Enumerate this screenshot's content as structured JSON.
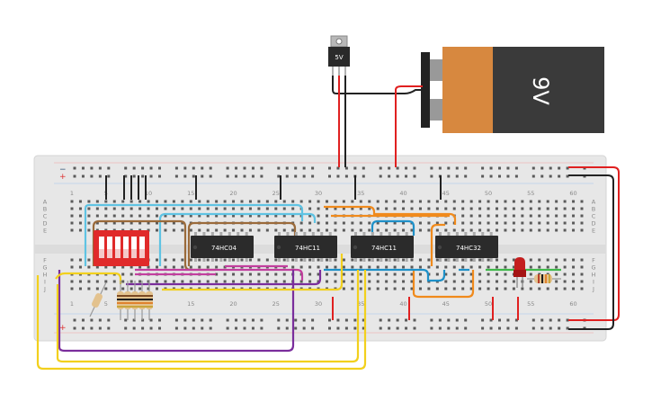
{
  "regulator": {
    "label": "5V"
  },
  "battery": {
    "label": "9V"
  },
  "chips": [
    {
      "label": "74HC04"
    },
    {
      "label": "74HC11"
    },
    {
      "label": "74HC11"
    },
    {
      "label": "74HC32"
    }
  ],
  "breadboard": {
    "column_numbers": [
      "1",
      "5",
      "10",
      "15",
      "20",
      "25",
      "30",
      "35",
      "40",
      "45",
      "50",
      "55",
      "60"
    ],
    "row_letters_top": [
      "A",
      "B",
      "C",
      "D",
      "E"
    ],
    "row_letters_bottom": [
      "F",
      "G",
      "H",
      "I",
      "J"
    ],
    "rail_plus": "+",
    "rail_minus": "−"
  },
  "colors": {
    "board": "#e7e7e7",
    "wire_red": "#e02020",
    "wire_black": "#222222",
    "wire_cyan": "#5fc3e3",
    "wire_blue": "#1e90c8",
    "wire_orange": "#f08a1c",
    "wire_purple": "#7a2e9c",
    "wire_yellow": "#f2d01d",
    "wire_brown": "#9a6a3a",
    "wire_magenta": "#c23f9e",
    "wire_green": "#3fb84a",
    "dip_switch": "#e02a2a",
    "chip": "#2b2b2b",
    "battery_body": "#d7883f",
    "battery_cap": "#3a3a3a"
  }
}
